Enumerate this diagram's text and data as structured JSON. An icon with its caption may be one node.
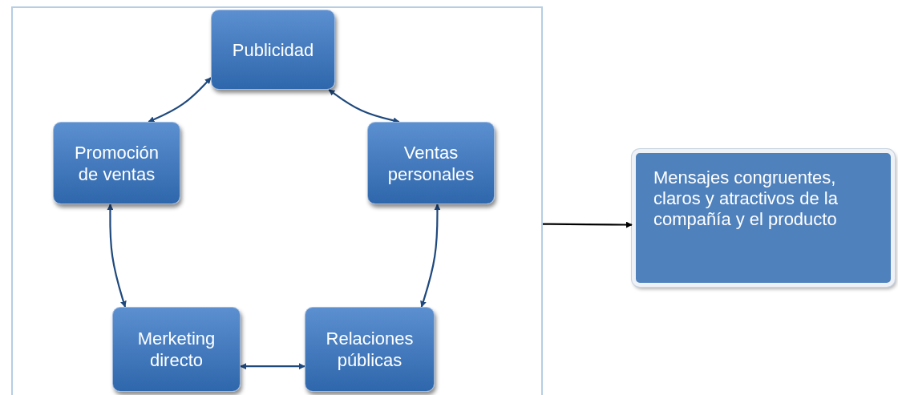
{
  "diagram": {
    "nodes": [
      {
        "text": [],
        "shape": "box"
      },
      {
        "text": [
          "Publicidad"
        ],
        "in": 0
      },
      {
        "text": [
          "Ventas personales"
        ],
        "in": 0
      },
      {
        "text": [
          "Relaciones públicas"
        ],
        "in": 0
      },
      {
        "text": [
          "Merketing directo"
        ],
        "in": 0
      },
      {
        "text": [
          "Promoción de ventas"
        ],
        "in": 0
      },
      {
        "text": [
          "Mensajes congruentes, claros y atractivos de la compañía y el producto"
        ]
      }
    ],
    "edges": [
      {
        "from": 1,
        "to": 2,
        "arrow": "both"
      },
      {
        "from": 2,
        "to": 3,
        "arrow": "both"
      },
      {
        "from": 3,
        "to": 4,
        "arrow": "both"
      },
      {
        "from": 4,
        "to": 5,
        "arrow": "both"
      },
      {
        "from": 5,
        "to": 1,
        "arrow": "both"
      },
      {
        "from": 0,
        "to": 6,
        "arrow": "to",
        "color": "#000000"
      }
    ]
  }
}
